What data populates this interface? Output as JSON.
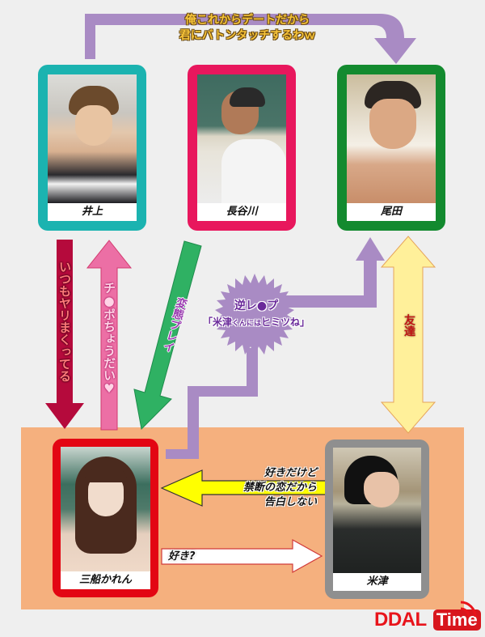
{
  "colors": {
    "background": "#efefef",
    "bottom_panel": "#f5b07e",
    "purple_arrow": "#a98bc4",
    "inoue_border": "#1bb3b0",
    "hasegawa_border": "#e8175d",
    "oda_border": "#138a2f",
    "mifune_border": "#e30613",
    "yonezu_border": "#8f8f8f",
    "arrow_crimson": "#b50a3c",
    "arrow_pink": "#ec6fa5",
    "arrow_green": "#2fb163",
    "arrow_lightyellow": "#fff09a",
    "arrow_yellow": "#ffff00",
    "logo_red": "#e8141b"
  },
  "characters": {
    "inoue": {
      "name": "井上"
    },
    "hasegawa": {
      "name": "長谷川"
    },
    "oda": {
      "name": "尾田"
    },
    "mifune": {
      "name": "三船かれん"
    },
    "yonezu": {
      "name": "米津"
    }
  },
  "relations": {
    "inoue_to_oda": {
      "line1": "俺これからデートだから",
      "line2": "君にバトンタッチするわｗ"
    },
    "inoue_to_mifune": {
      "label": "いつもヤリまくってる"
    },
    "mifune_to_inoue": {
      "label": "チ●ポちょうだい♥"
    },
    "hasegawa_to_mifune": {
      "label": "変態プレイ"
    },
    "mifune_to_oda": {
      "line1": "逆レ●プ",
      "line2_open": "「",
      "line2_name": "米津",
      "line2_small": "くんには",
      "line2_rest": "ヒミツね",
      "line2_close": "」"
    },
    "oda_yonezu": {
      "label": "友達"
    },
    "yonezu_to_mifune": {
      "line1": "好きだけど",
      "line2": "禁断の恋だから",
      "line3": "告白しない"
    },
    "mifune_to_yonezu": {
      "label": "好き?"
    }
  },
  "logo": {
    "part1": "DDAL",
    "part2": "Time"
  }
}
